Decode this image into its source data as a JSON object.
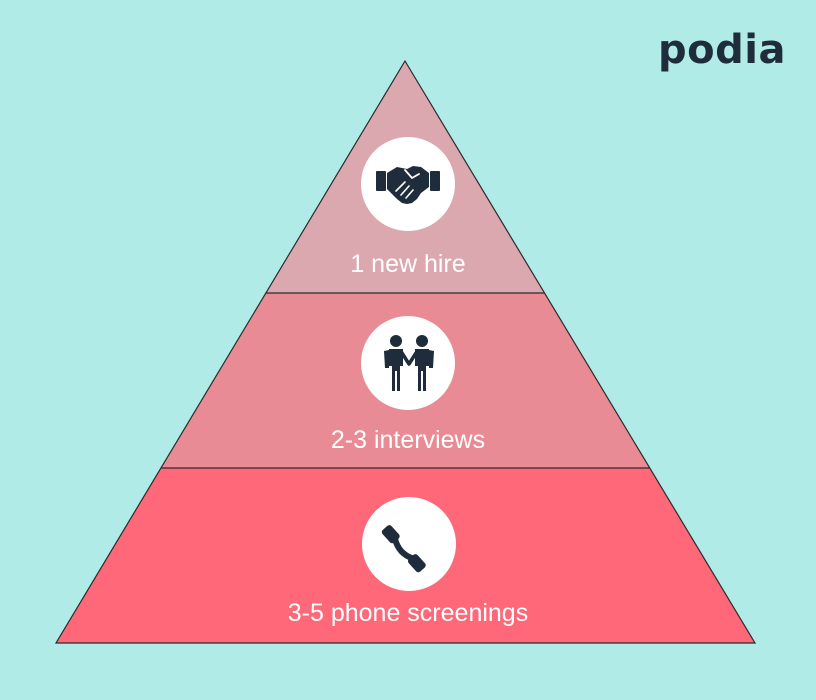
{
  "brand": {
    "logo_text": "podia",
    "logo_color": "#1f2c3b"
  },
  "background_color": "#b0ebe7",
  "pyramid": {
    "tiers": [
      {
        "label": "1 new hire",
        "icon": "handshake-icon",
        "color": "#dba8b0"
      },
      {
        "label": "2-3 interviews",
        "icon": "two-people-shaking-hands-icon",
        "color": "#e98b94"
      },
      {
        "label": "3-5 phone screenings",
        "icon": "phone-icon",
        "color": "#fe6878"
      }
    ]
  }
}
